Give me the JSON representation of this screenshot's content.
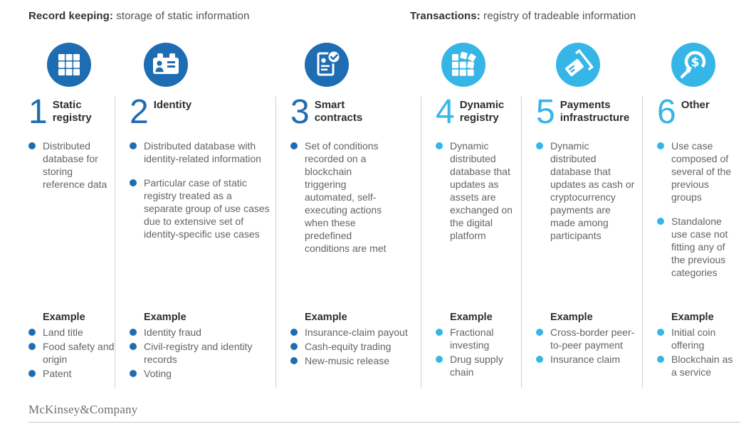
{
  "brand": {
    "logo": "McKinsey&Company"
  },
  "group_headers": [
    {
      "bold": "Record keeping:",
      "rest": " storage of static information"
    },
    {
      "bold": "Transactions:",
      "rest": " registry of tradeable information"
    }
  ],
  "colors": {
    "dark_blue": "#1E6CB2",
    "light_blue": "#36B6E6",
    "title_text": "#2E2E30",
    "body_text": "#636466",
    "divider": "#CFD0D2"
  },
  "columns": [
    {
      "number": "1",
      "title": "Static registry",
      "icon": "grid-icon",
      "theme": "dark",
      "bullets": [
        "Distributed database for storing reference data"
      ],
      "example_label": "Example",
      "examples": [
        "Land title",
        "Food safety and origin",
        "Patent"
      ]
    },
    {
      "number": "2",
      "title": "Identity",
      "icon": "id-card-icon",
      "theme": "dark",
      "bullets": [
        "Distributed database with identity-related information",
        "Particular case of static registry treated as a separate group of use cases due to extensive set of identity-specific use cases"
      ],
      "example_label": "Example",
      "examples": [
        "Identity fraud",
        "Civil-registry and identity records",
        "Voting"
      ]
    },
    {
      "number": "3",
      "title": "Smart contracts",
      "icon": "document-check-icon",
      "theme": "dark",
      "bullets": [
        "Set of conditions recorded on a blockchain triggering automated, self-executing actions when these predefined conditions are met"
      ],
      "example_label": "Example",
      "examples": [
        "Insurance-claim payout",
        "Cash-equity trading",
        "New-music release"
      ]
    },
    {
      "number": "4",
      "title": "Dynamic registry",
      "icon": "dynamic-grid-icon",
      "theme": "light",
      "bullets": [
        "Dynamic distributed database that updates as assets are exchanged on the digital platform"
      ],
      "example_label": "Example",
      "examples": [
        "Fractional investing",
        "Drug supply chain"
      ]
    },
    {
      "number": "5",
      "title": "Payments infrastructure",
      "icon": "card-payment-icon",
      "theme": "light",
      "bullets": [
        "Dynamic distributed database that updates as cash or cryptocurrency payments are made among participants"
      ],
      "example_label": "Example",
      "examples": [
        "Cross-border peer-to-peer payment",
        "Insurance claim"
      ]
    },
    {
      "number": "6",
      "title": "Other",
      "icon": "dollar-cycle-icon",
      "theme": "light",
      "bullets": [
        "Use case composed of several of the previous groups",
        "Standalone use case not fitting any of the previous categories"
      ],
      "example_label": "Example",
      "examples": [
        "Initial coin offering",
        "Blockchain as a service"
      ]
    }
  ]
}
